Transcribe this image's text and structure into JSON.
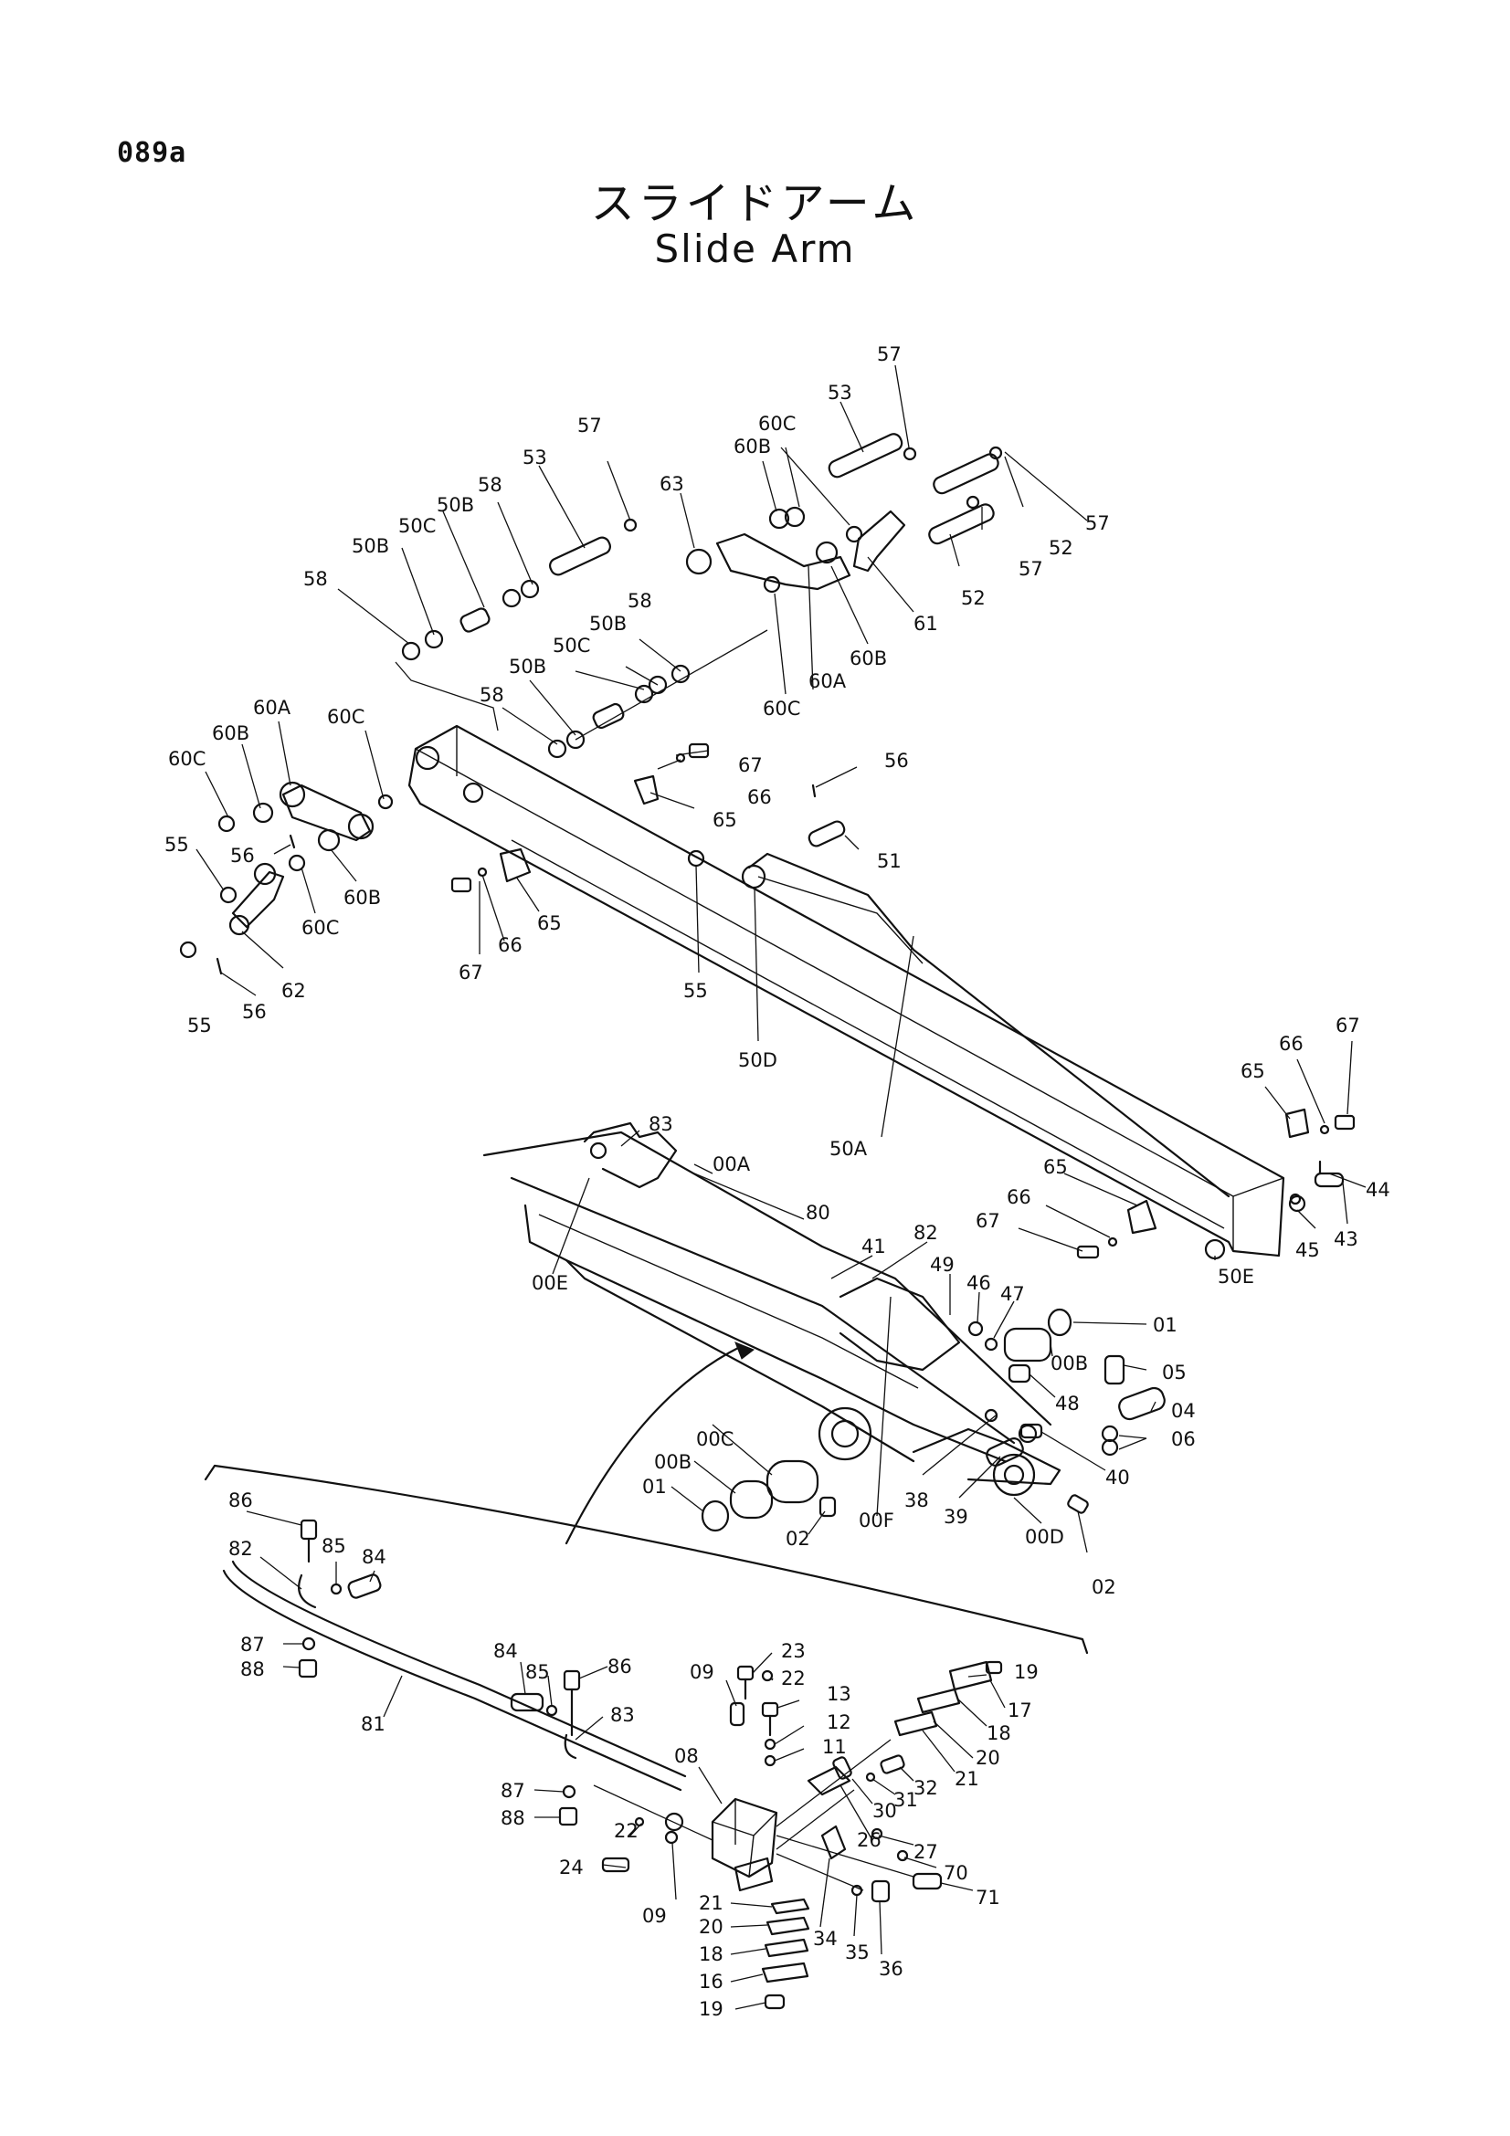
{
  "header": {
    "page_code": "089a",
    "title_jp": "スライドアーム",
    "title_en": "Slide Arm"
  },
  "colors": {
    "ink": "#111111",
    "paper": "#ffffff"
  },
  "callouts": [
    {
      "id": "c1",
      "text": "57"
    },
    {
      "id": "c2",
      "text": "53"
    },
    {
      "id": "c3",
      "text": "60C"
    },
    {
      "id": "c4",
      "text": "60B"
    },
    {
      "id": "c5",
      "text": "63"
    },
    {
      "id": "c6",
      "text": "57"
    },
    {
      "id": "c7",
      "text": "52"
    },
    {
      "id": "c8",
      "text": "57"
    },
    {
      "id": "c9",
      "text": "52"
    },
    {
      "id": "c10",
      "text": "61"
    },
    {
      "id": "c11",
      "text": "60B"
    },
    {
      "id": "c12",
      "text": "60A"
    },
    {
      "id": "c13",
      "text": "60C"
    },
    {
      "id": "c14",
      "text": "57"
    },
    {
      "id": "c15",
      "text": "53"
    },
    {
      "id": "c16",
      "text": "58"
    },
    {
      "id": "c17",
      "text": "50B"
    },
    {
      "id": "c18",
      "text": "50C"
    },
    {
      "id": "c19",
      "text": "50B"
    },
    {
      "id": "c20",
      "text": "58"
    },
    {
      "id": "c21",
      "text": "58"
    },
    {
      "id": "c22",
      "text": "50B"
    },
    {
      "id": "c23",
      "text": "50C"
    },
    {
      "id": "c24",
      "text": "50B"
    },
    {
      "id": "c25",
      "text": "58"
    },
    {
      "id": "c26",
      "text": "60A"
    },
    {
      "id": "c27",
      "text": "60B"
    },
    {
      "id": "c28",
      "text": "60C"
    },
    {
      "id": "c29",
      "text": "60C"
    },
    {
      "id": "c30",
      "text": "55"
    },
    {
      "id": "c31",
      "text": "56"
    },
    {
      "id": "c32",
      "text": "60B"
    },
    {
      "id": "c33",
      "text": "60C"
    },
    {
      "id": "c34",
      "text": "62"
    },
    {
      "id": "c35",
      "text": "55"
    },
    {
      "id": "c36",
      "text": "56"
    },
    {
      "id": "c37",
      "text": "67"
    },
    {
      "id": "c38",
      "text": "66"
    },
    {
      "id": "c39",
      "text": "65"
    },
    {
      "id": "c40",
      "text": "56"
    },
    {
      "id": "c41",
      "text": "51"
    },
    {
      "id": "c42",
      "text": "67"
    },
    {
      "id": "c43",
      "text": "66"
    },
    {
      "id": "c44",
      "text": "65"
    },
    {
      "id": "c45",
      "text": "55"
    },
    {
      "id": "c46",
      "text": "50D"
    },
    {
      "id": "c47",
      "text": "67"
    },
    {
      "id": "c48",
      "text": "66"
    },
    {
      "id": "c49",
      "text": "65"
    },
    {
      "id": "c50",
      "text": "44"
    },
    {
      "id": "c51",
      "text": "43"
    },
    {
      "id": "c52",
      "text": "45"
    },
    {
      "id": "c53",
      "text": "50E"
    },
    {
      "id": "c54",
      "text": "50A"
    },
    {
      "id": "c55",
      "text": "83"
    },
    {
      "id": "c56",
      "text": "00A"
    },
    {
      "id": "c57",
      "text": "80"
    },
    {
      "id": "c58",
      "text": "82"
    },
    {
      "id": "c59",
      "text": "41"
    },
    {
      "id": "c60",
      "text": "65"
    },
    {
      "id": "c61",
      "text": "66"
    },
    {
      "id": "c62",
      "text": "67"
    },
    {
      "id": "c63",
      "text": "49"
    },
    {
      "id": "c64",
      "text": "46"
    },
    {
      "id": "c65",
      "text": "47"
    },
    {
      "id": "c66",
      "text": "01"
    },
    {
      "id": "c67",
      "text": "00B"
    },
    {
      "id": "c68",
      "text": "05"
    },
    {
      "id": "c69",
      "text": "48"
    },
    {
      "id": "c70",
      "text": "04"
    },
    {
      "id": "c71",
      "text": "06"
    },
    {
      "id": "c72",
      "text": "40"
    },
    {
      "id": "c73",
      "text": "00E"
    },
    {
      "id": "c74",
      "text": "00C"
    },
    {
      "id": "c75",
      "text": "00B"
    },
    {
      "id": "c76",
      "text": "01"
    },
    {
      "id": "c77",
      "text": "38"
    },
    {
      "id": "c78",
      "text": "39"
    },
    {
      "id": "c79",
      "text": "00F"
    },
    {
      "id": "c80",
      "text": "02"
    },
    {
      "id": "c81",
      "text": "00D"
    },
    {
      "id": "c82",
      "text": "02"
    },
    {
      "id": "c83",
      "text": "86"
    },
    {
      "id": "c84",
      "text": "82"
    },
    {
      "id": "c85",
      "text": "85"
    },
    {
      "id": "c86",
      "text": "84"
    },
    {
      "id": "c87",
      "text": "87"
    },
    {
      "id": "c88",
      "text": "88"
    },
    {
      "id": "c89",
      "text": "81"
    },
    {
      "id": "c90",
      "text": "84"
    },
    {
      "id": "c91",
      "text": "85"
    },
    {
      "id": "c92",
      "text": "86"
    },
    {
      "id": "c93",
      "text": "83"
    },
    {
      "id": "c94",
      "text": "87"
    },
    {
      "id": "c95",
      "text": "88"
    },
    {
      "id": "c96",
      "text": "09"
    },
    {
      "id": "c97",
      "text": "23"
    },
    {
      "id": "c98",
      "text": "22"
    },
    {
      "id": "c99",
      "text": "13"
    },
    {
      "id": "c100",
      "text": "12"
    },
    {
      "id": "c101",
      "text": "11"
    },
    {
      "id": "c102",
      "text": "08"
    },
    {
      "id": "c103",
      "text": "19"
    },
    {
      "id": "c104",
      "text": "17"
    },
    {
      "id": "c105",
      "text": "18"
    },
    {
      "id": "c106",
      "text": "20"
    },
    {
      "id": "c107",
      "text": "21"
    },
    {
      "id": "c108",
      "text": "32"
    },
    {
      "id": "c109",
      "text": "31"
    },
    {
      "id": "c110",
      "text": "30"
    },
    {
      "id": "c111",
      "text": "26"
    },
    {
      "id": "c112",
      "text": "22"
    },
    {
      "id": "c113",
      "text": "24"
    },
    {
      "id": "c114",
      "text": "09"
    },
    {
      "id": "c115",
      "text": "21"
    },
    {
      "id": "c116",
      "text": "20"
    },
    {
      "id": "c117",
      "text": "18"
    },
    {
      "id": "c118",
      "text": "16"
    },
    {
      "id": "c119",
      "text": "19"
    },
    {
      "id": "c120",
      "text": "34"
    },
    {
      "id": "c121",
      "text": "35"
    },
    {
      "id": "c122",
      "text": "36"
    },
    {
      "id": "c123",
      "text": "27"
    },
    {
      "id": "c124",
      "text": "70"
    },
    {
      "id": "c125",
      "text": "71"
    }
  ]
}
